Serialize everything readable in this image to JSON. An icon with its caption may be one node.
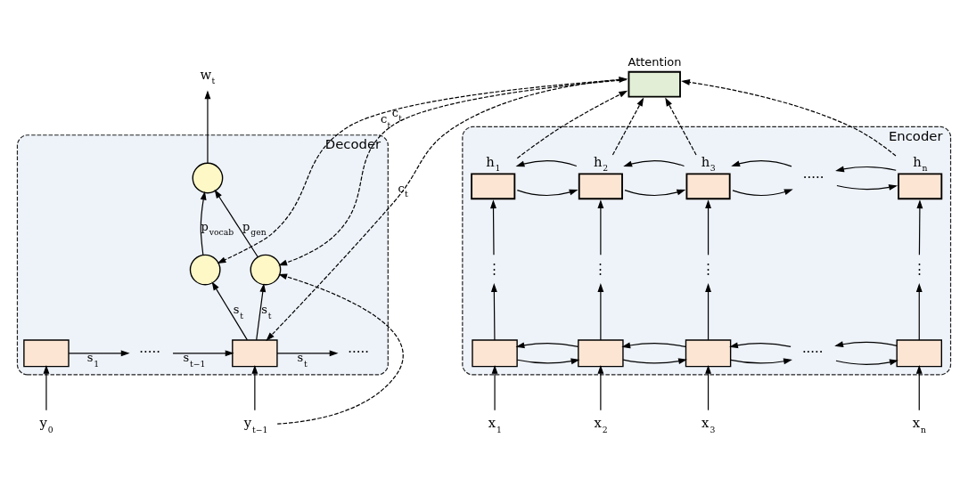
{
  "diagram": {
    "nodes": [
      {
        "text": [
          "Encoder"
        ]
      },
      {
        "text": [],
        "shape": "box",
        "in": 0,
        "beside": [
          "h$_{1}$"
        ]
      },
      {
        "text": [],
        "shape": "box",
        "in": 0,
        "beside": [
          "h$_{2}$"
        ]
      },
      {
        "text": [],
        "shape": "box",
        "in": 0,
        "beside": [
          "h$_{3}$"
        ]
      },
      {
        "text": [],
        "shape": "box",
        "in": 0,
        "beside": [
          "h$_{n}$"
        ]
      },
      {
        "text": [
          "·····"
        ],
        "in": 0
      },
      {
        "text": [
          "⋮"
        ],
        "in": 0
      },
      {
        "text": [
          "⋮"
        ],
        "in": 0
      },
      {
        "text": [
          "⋮"
        ],
        "in": 0
      },
      {
        "text": [
          "⋮"
        ],
        "in": 0
      },
      {
        "text": [],
        "shape": "box",
        "in": 0
      },
      {
        "text": [],
        "shape": "box",
        "in": 0
      },
      {
        "text": [],
        "shape": "box",
        "in": 0
      },
      {
        "text": [],
        "shape": "box",
        "in": 0
      },
      {
        "text": [
          "·····"
        ],
        "in": 0
      },
      {
        "text": [
          "x$_{1}$"
        ]
      },
      {
        "text": [
          "x$_{2}$"
        ]
      },
      {
        "text": [
          "x$_{3}$"
        ]
      },
      {
        "text": [
          "x$_{n}$"
        ]
      },
      {
        "text": [
          "Attention"
        ]
      },
      {
        "text": [
          "Decoder"
        ]
      },
      {
        "text": [],
        "shape": "circle",
        "in": 20
      },
      {
        "text": [
          "w$_{t}$"
        ]
      },
      {
        "text": [],
        "shape": "circle",
        "in": 20
      },
      {
        "text": [],
        "shape": "circle",
        "in": 20
      },
      {
        "text": [],
        "shape": "box",
        "in": 20
      },
      {
        "text": [
          "·····"
        ],
        "in": 20
      },
      {
        "text": [],
        "shape": "box",
        "in": 20
      },
      {
        "text": [
          "·····"
        ],
        "in": 20
      },
      {
        "text": [
          "y$_{0}$"
        ]
      },
      {
        "text": [
          "y$_{t−1}$"
        ]
      }
    ],
    "edges": [
      {
        "from": 15,
        "to": 10,
        "arrow": "to"
      },
      {
        "from": 16,
        "to": 11,
        "arrow": "to"
      },
      {
        "from": 17,
        "to": 12,
        "arrow": "to"
      },
      {
        "from": 18,
        "to": 13,
        "arrow": "to"
      },
      {
        "from": 11,
        "to": 10,
        "arrow": "to"
      },
      {
        "from": 10,
        "to": 11,
        "arrow": "to"
      },
      {
        "from": 12,
        "to": 11,
        "arrow": "to"
      },
      {
        "from": 11,
        "to": 12,
        "arrow": "to"
      },
      {
        "from": 14,
        "to": 12,
        "arrow": "to"
      },
      {
        "from": 12,
        "to": 14,
        "arrow": "to"
      },
      {
        "from": 13,
        "to": 14,
        "arrow": "to"
      },
      {
        "from": 14,
        "to": 13,
        "arrow": "to"
      },
      {
        "from": 10,
        "to": 6,
        "arrow": "to"
      },
      {
        "from": 6,
        "to": 1,
        "arrow": "to"
      },
      {
        "from": 11,
        "to": 7,
        "arrow": "to"
      },
      {
        "from": 7,
        "to": 2,
        "arrow": "to"
      },
      {
        "from": 12,
        "to": 8,
        "arrow": "to"
      },
      {
        "from": 8,
        "to": 3,
        "arrow": "to"
      },
      {
        "from": 13,
        "to": 9,
        "arrow": "to"
      },
      {
        "from": 9,
        "to": 4,
        "arrow": "to"
      },
      {
        "from": 2,
        "to": 1,
        "arrow": "to"
      },
      {
        "from": 1,
        "to": 2,
        "arrow": "to"
      },
      {
        "from": 3,
        "to": 2,
        "arrow": "to"
      },
      {
        "from": 2,
        "to": 3,
        "arrow": "to"
      },
      {
        "from": 5,
        "to": 3,
        "arrow": "to"
      },
      {
        "from": 3,
        "to": 5,
        "arrow": "to"
      },
      {
        "from": 4,
        "to": 5,
        "arrow": "to"
      },
      {
        "from": 5,
        "to": 4,
        "arrow": "to"
      },
      {
        "from": 1,
        "to": 19,
        "arrow": "to",
        "style": "dashed"
      },
      {
        "from": 2,
        "to": 19,
        "arrow": "to",
        "style": "dashed"
      },
      {
        "from": 3,
        "to": 19,
        "arrow": "to",
        "style": "dashed"
      },
      {
        "from": 4,
        "to": 19,
        "arrow": "to",
        "style": "dashed"
      },
      {
        "from": 29,
        "to": 25,
        "arrow": "to"
      },
      {
        "from": 25,
        "to": 26,
        "arrow": "to",
        "label": "s$_{1}$"
      },
      {
        "from": 26,
        "to": 27,
        "arrow": "to",
        "label": "s$_{t−1}$"
      },
      {
        "from": 27,
        "to": 23,
        "arrow": "to",
        "label": "s$_{t}$"
      },
      {
        "from": 27,
        "to": 24,
        "arrow": "to",
        "label": "s$_{t}$"
      },
      {
        "from": 27,
        "to": 28,
        "arrow": "to",
        "label": "s$_{t}$"
      },
      {
        "from": 30,
        "to": 27,
        "arrow": "to"
      },
      {
        "from": 23,
        "to": 21,
        "arrow": "to",
        "label": "p$_{vocab}$"
      },
      {
        "from": 24,
        "to": 21,
        "arrow": "to",
        "label": "p$_{gen}$"
      },
      {
        "from": 21,
        "to": 22,
        "arrow": "to"
      },
      {
        "from": 19,
        "to": 23,
        "arrow": "to",
        "style": "dashed",
        "label": "c$_{t}$"
      },
      {
        "from": 19,
        "to": 24,
        "arrow": "to",
        "style": "dashed",
        "label": "c$_{t}$"
      },
      {
        "from": 19,
        "to": 27,
        "arrow": "both",
        "style": "dashed",
        "label": "c$_{t}$"
      },
      {
        "from": 30,
        "to": 24,
        "arrow": "to",
        "style": "dashed"
      }
    ]
  }
}
